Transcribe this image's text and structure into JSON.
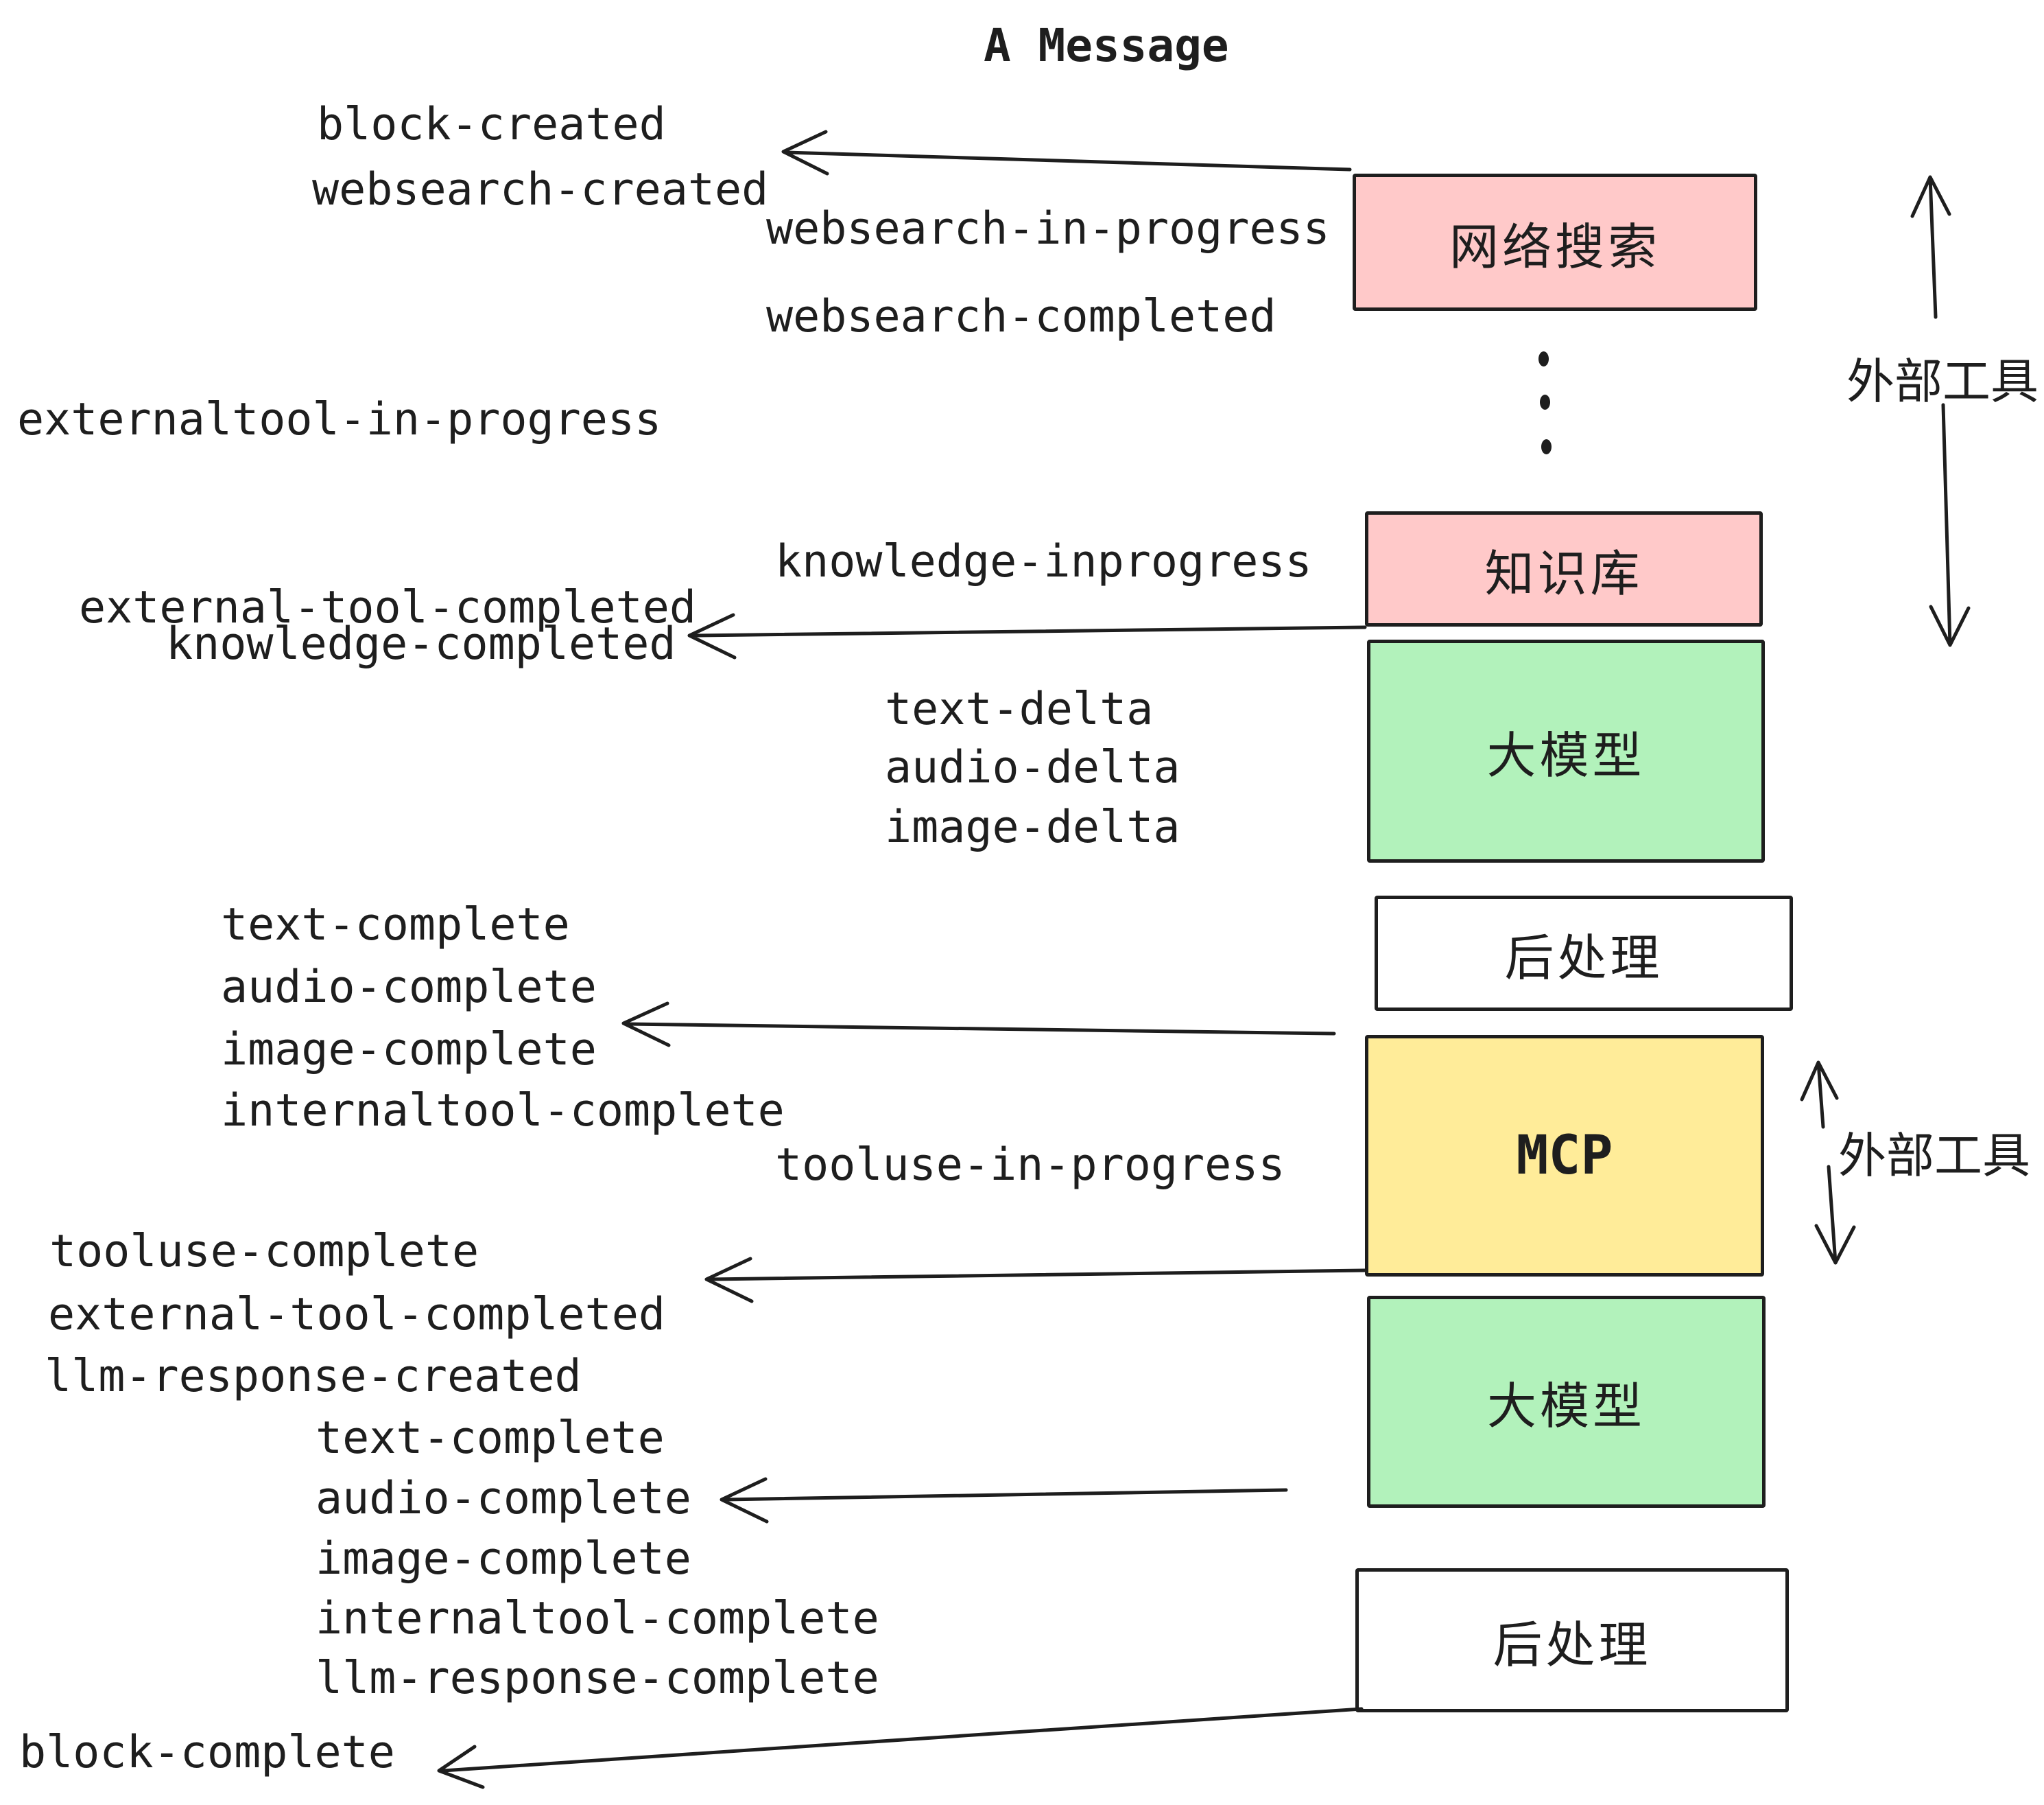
{
  "title": "A Message",
  "colors": {
    "box_pink": "#ffc9c9",
    "box_green": "#b2f2bb",
    "box_yellow": "#ffec99",
    "box_white": "#ffffff",
    "stroke": "#1e1e1e",
    "text": "#1e1e1e",
    "background": "#ffffff"
  },
  "boxes": [
    {
      "name": "websearch",
      "label": "网络搜索",
      "color": "box_pink"
    },
    {
      "name": "knowledge",
      "label": "知识库",
      "color": "box_pink"
    },
    {
      "name": "llm-1",
      "label": "大模型",
      "color": "box_green"
    },
    {
      "name": "postprocess-1",
      "label": "后处理",
      "color": "box_white"
    },
    {
      "name": "mcp",
      "label": "MCP",
      "color": "box_yellow"
    },
    {
      "name": "llm-2",
      "label": "大模型",
      "color": "box_green"
    },
    {
      "name": "postprocess-2",
      "label": "后处理",
      "color": "box_white"
    }
  ],
  "events": [
    {
      "label": "block-created"
    },
    {
      "label": "websearch-created"
    },
    {
      "label": "websearch-in-progress"
    },
    {
      "label": "websearch-completed"
    },
    {
      "label": "externaltool-in-progress"
    },
    {
      "label": "knowledge-inprogress"
    },
    {
      "label": "external-tool-completed"
    },
    {
      "label": "knowledge-completed"
    },
    {
      "label": "text-delta"
    },
    {
      "label": "audio-delta"
    },
    {
      "label": "image-delta"
    },
    {
      "label": "text-complete"
    },
    {
      "label": "audio-complete"
    },
    {
      "label": "image-complete"
    },
    {
      "label": "internaltool-complete"
    },
    {
      "label": "tooluse-in-progress"
    },
    {
      "label": "tooluse-complete"
    },
    {
      "label": "external-tool-completed"
    },
    {
      "label": "llm-response-created"
    },
    {
      "label": "text-complete"
    },
    {
      "label": "audio-complete"
    },
    {
      "label": "image-complete"
    },
    {
      "label": "internaltool-complete"
    },
    {
      "label": "llm-response-complete"
    },
    {
      "label": "block-complete"
    }
  ],
  "annotations": {
    "external_tool_1": "外部工具",
    "external_tool_2": "外部工具"
  }
}
